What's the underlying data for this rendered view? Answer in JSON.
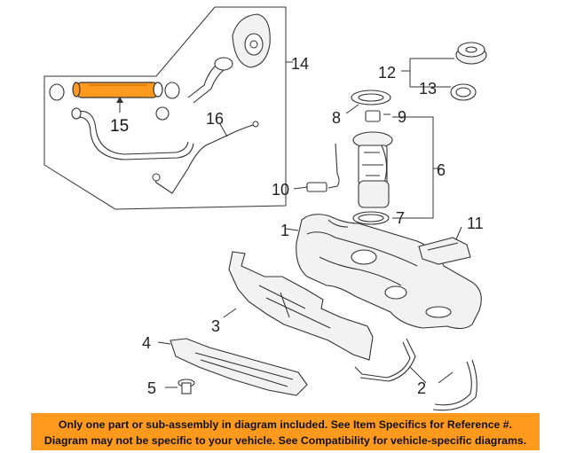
{
  "diagram": {
    "highlight_color": "#ff9a1f",
    "callouts": {
      "c1": "1",
      "c2": "2",
      "c3": "3",
      "c4": "4",
      "c5": "5",
      "c6": "6",
      "c7": "7",
      "c8": "8",
      "c9": "9",
      "c10": "10",
      "c11": "11",
      "c12": "12",
      "c13": "13",
      "c14": "14",
      "c15": "15",
      "c16": "16"
    }
  },
  "notice": {
    "line1": "Only one part or sub-assembly in diagram included. See Item Specifics for Reference #.",
    "line2": "Diagram may not be specific to your vehicle. See Compatibility for vehicle-specific diagrams."
  }
}
